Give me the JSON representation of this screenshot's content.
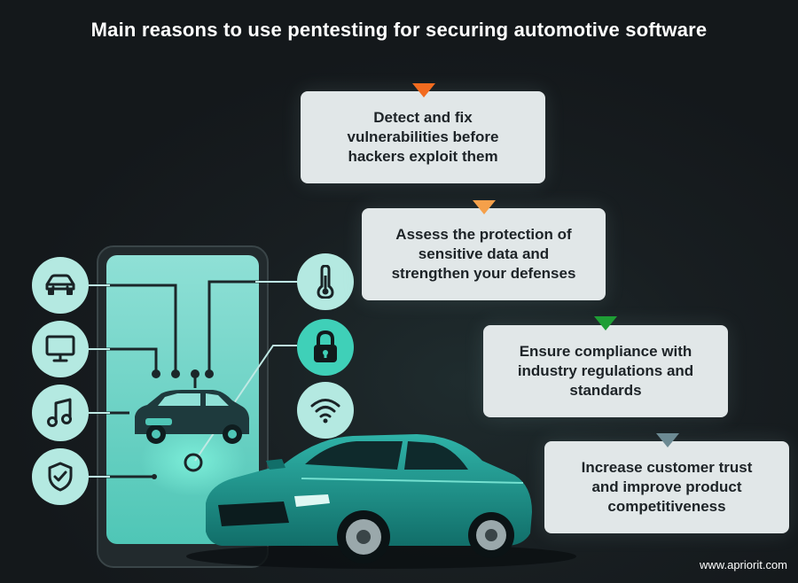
{
  "title": "Main reasons to use pentesting for securing automotive software",
  "reasons": [
    {
      "lines": [
        "Detect and fix",
        "vulnerabilities before",
        "hackers exploit them"
      ],
      "marker_color": "#f26b1f"
    },
    {
      "lines": [
        "Assess the protection of",
        "sensitive data and",
        "strengthen your defenses"
      ],
      "marker_color": "#f5a04a"
    },
    {
      "lines": [
        "Ensure compliance with",
        "industry regulations and",
        "standards"
      ],
      "marker_color": "#1e9e35"
    },
    {
      "lines": [
        "Increase customer trust",
        "and improve product",
        "competitiveness"
      ],
      "marker_color": "#6c8a93"
    }
  ],
  "icons": {
    "car": "car-icon",
    "monitor": "monitor-icon",
    "music": "music-note-icon",
    "shield": "shield-check-icon",
    "thermometer": "thermometer-icon",
    "lock": "lock-icon",
    "wifi": "wifi-icon"
  },
  "footer": "www.apriorit.com"
}
